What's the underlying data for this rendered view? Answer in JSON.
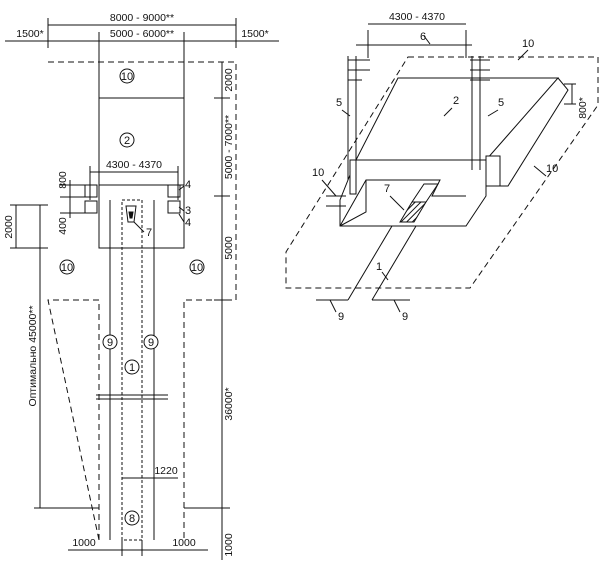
{
  "plan": {
    "dims": {
      "overall_width": "8000 - 9000**",
      "side_left": "1500*",
      "inner_width": "5000 - 6000**",
      "side_right": "1500*",
      "top_depth": "2000",
      "hall_length": "5000 - 7000**",
      "pit_width": "4300 - 4370",
      "step_upper": "800",
      "step_lower": "400",
      "left_side": "2000",
      "right_mid": "5000",
      "optimal_length": "Оптимально 45000**",
      "track_length": "36000*",
      "track_width": "1220",
      "bottom_left": "1000",
      "bottom_right": "1000",
      "bottom_depth": "1000"
    },
    "circled": {
      "top": "10",
      "center": "2",
      "left": "10",
      "right": "10",
      "track_left": "9",
      "track_right": "9",
      "track_center": "1",
      "bottom": "8"
    },
    "callouts": {
      "c3": "3",
      "c4a": "4",
      "c4b": "4",
      "c7": "7"
    }
  },
  "iso": {
    "dims": {
      "pit_width": "4300 - 4370",
      "depth_right": "800*"
    },
    "callouts": {
      "c1": "1",
      "c2": "2",
      "c5a": "5",
      "c5b": "5",
      "c6": "6",
      "c7": "7",
      "c9a": "9",
      "c9b": "9",
      "c10a": "10",
      "c10b": "10",
      "c10c": "10"
    }
  }
}
